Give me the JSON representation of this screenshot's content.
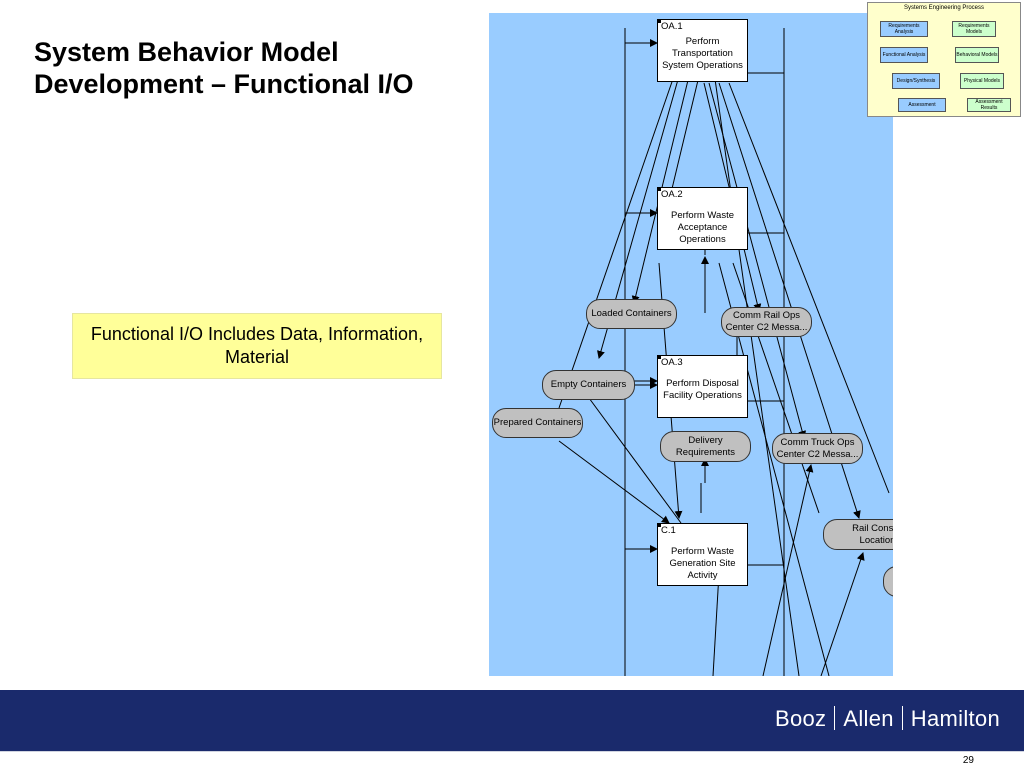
{
  "slide": {
    "title_line1": "System Behavior Model",
    "title_line2": "Development – Functional I/O",
    "callout": "Functional I/O Includes Data, Information, Material",
    "brand": [
      "Booz",
      "Allen",
      "Hamilton"
    ],
    "page_number": "29"
  },
  "sep_thumbnail": {
    "title": "Systems Engineering Process",
    "steps": [
      "Requirements Analysis",
      "Functional Analysis",
      "Design/Synthesis",
      "Assessment"
    ],
    "outputs": [
      "Requirements Models",
      "Behavioral Models",
      "Physical Models",
      "Assessment Results"
    ]
  },
  "diagram": {
    "functions": [
      {
        "id": "OA.1",
        "name": "Perform Transportation System Operations"
      },
      {
        "id": "OA.2",
        "name": "Perform Waste Acceptance Operations"
      },
      {
        "id": "OA.3",
        "name": "Perform Disposal Facility Operations"
      },
      {
        "id": "C.1",
        "name": "Perform Waste Generation Site Activity"
      }
    ],
    "items": [
      {
        "name": "Loaded Containers"
      },
      {
        "name": "Comm Rail Ops Center C2 Messa..."
      },
      {
        "name": "Empty Containers"
      },
      {
        "name": "Prepared Containers"
      },
      {
        "name": "Delivery Requirements"
      },
      {
        "name": "Comm Truck Ops Center C2 Messa..."
      },
      {
        "name": "Rail Consist Location"
      },
      {
        "name": ""
      }
    ]
  }
}
